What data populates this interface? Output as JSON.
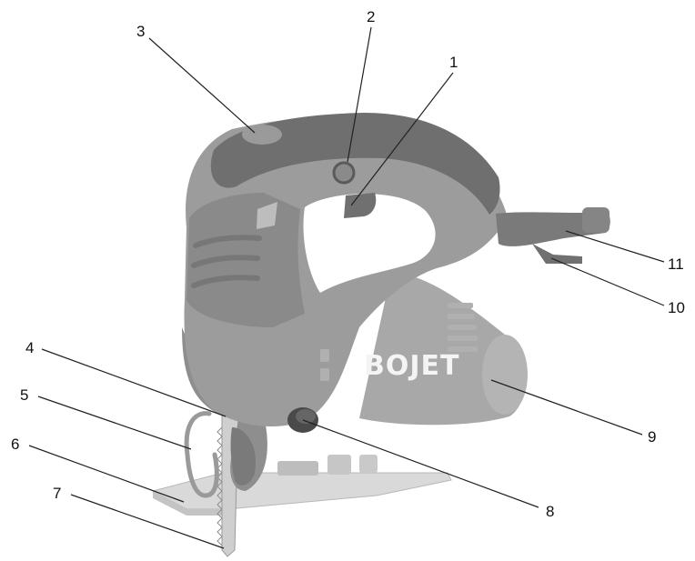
{
  "figure": {
    "brand_text": "BOJET",
    "colors": {
      "body_light": "#a6a6a6",
      "body_mid": "#8e8e8e",
      "body_dark": "#6f6f6f",
      "grip_dark": "#5a5a5a",
      "shoe": "#d9d9d9",
      "blade": "#cfcfcf"
    },
    "callouts": [
      {
        "id": "1",
        "label": "1"
      },
      {
        "id": "2",
        "label": "2"
      },
      {
        "id": "3",
        "label": "3"
      },
      {
        "id": "4",
        "label": "4"
      },
      {
        "id": "5",
        "label": "5"
      },
      {
        "id": "6",
        "label": "6"
      },
      {
        "id": "7",
        "label": "7"
      },
      {
        "id": "8",
        "label": "8"
      },
      {
        "id": "9",
        "label": "9"
      },
      {
        "id": "10",
        "label": "10"
      },
      {
        "id": "11",
        "label": "11"
      }
    ]
  }
}
